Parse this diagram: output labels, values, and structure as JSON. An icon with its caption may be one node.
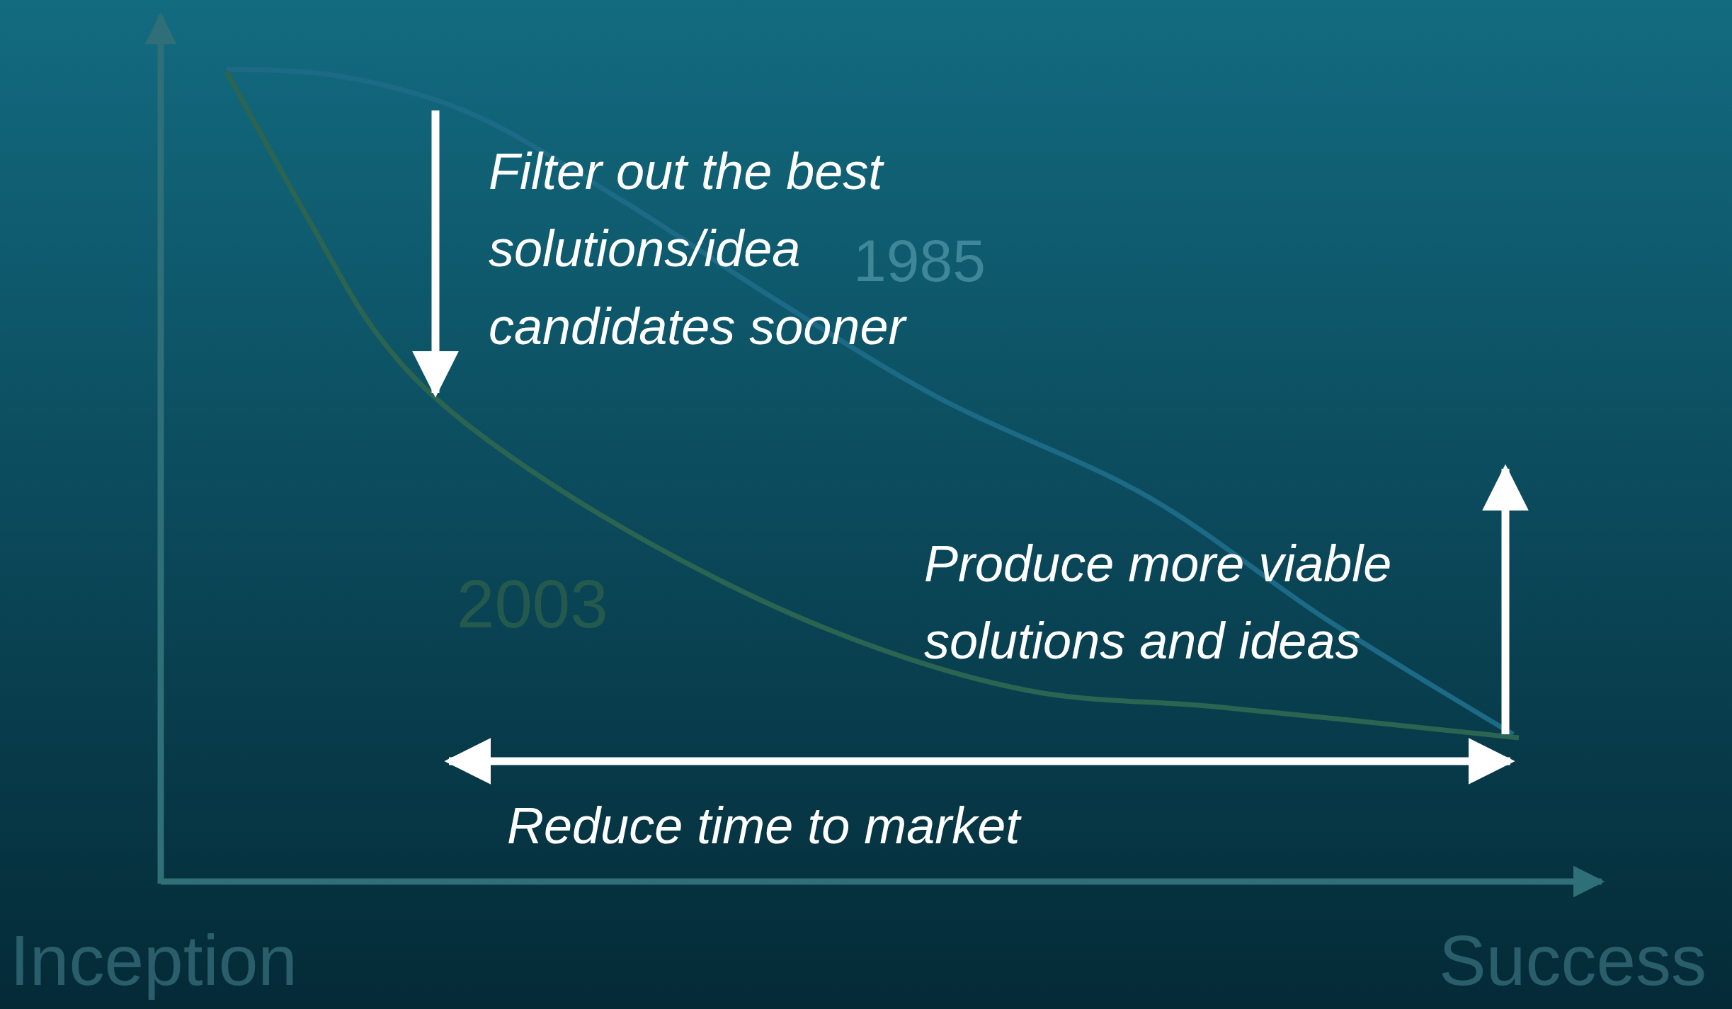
{
  "diagram": {
    "labels": [
      "Filter out the best solutions/idea candidates sooner",
      "1985",
      "Produce more viable solutions and ideas",
      "2003",
      "Reduce time to market",
      "Inception",
      "Success"
    ]
  }
}
